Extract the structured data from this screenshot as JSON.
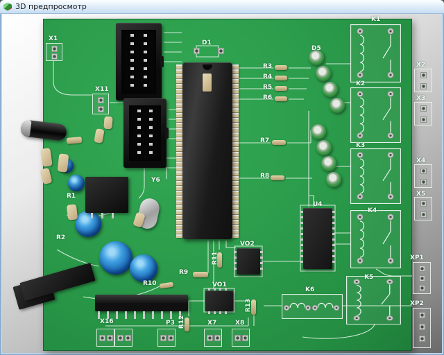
{
  "window": {
    "title": "3D предпросмотр",
    "icon": "pcb-3d-preview-icon"
  },
  "viewport": {
    "kind": "3d-board-preview"
  },
  "labels": {
    "X1": "X1",
    "X11": "X11",
    "X2": "X2",
    "X3": "X3",
    "X4": "X4",
    "X5": "X5",
    "XP1": "XP1",
    "XP2": "XP2",
    "X7": "X7",
    "X8": "X8",
    "X16": "X16",
    "P3": "P3",
    "D1": "D1",
    "D5": "D5",
    "Y6": "Y6",
    "U4": "U4",
    "VO1": "VO1",
    "VO2": "VO2",
    "K1": "K1",
    "K2": "K2",
    "K3": "K3",
    "K4": "K4",
    "K5": "K5",
    "K6": "K6",
    "R1": "R1",
    "R2": "R2",
    "R3": "R3",
    "R4": "R4",
    "R5": "R5",
    "R6": "R6",
    "R7": "R7",
    "R8": "R8",
    "R9": "R9",
    "R10": "R10",
    "R11": "R11",
    "R12": "R12",
    "R13": "R13"
  },
  "colors": {
    "board_green": "#2b9c4b",
    "silkscreen": "#e9f5ec",
    "window_border": "#b9d3ea",
    "titlebar_gradient_top": "#fcfeff",
    "titlebar_gradient_bottom": "#c6ddf2",
    "background_gray_dark": "#6a6a6a",
    "pad_silver": "#c8ccc7",
    "cap_blue": "#1766b6",
    "led_green": "#49a050"
  }
}
